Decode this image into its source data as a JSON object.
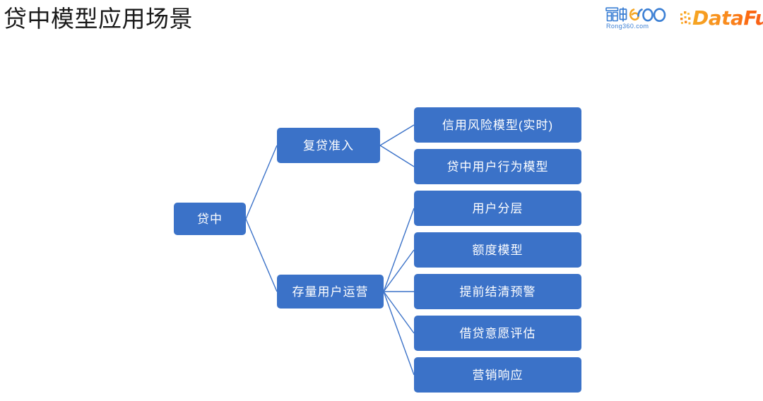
{
  "slide": {
    "title": "贷中模型应用场景",
    "accent_color": "#3b72c8",
    "connector_color": "#3b72c8",
    "background_color": "#ffffff",
    "title_color": "#1a1a1a"
  },
  "logos": {
    "rong360": {
      "name": "融360",
      "subtitle": "Rong360.com",
      "color": "#3b7fd4"
    },
    "datafun": {
      "name": "DataFun",
      "color": "#f98b1d"
    }
  },
  "diagram": {
    "type": "tree",
    "root": {
      "label": "贷中"
    },
    "branches": [
      {
        "label": "复贷准入",
        "children": [
          {
            "label": "信用风险模型(实时)"
          },
          {
            "label": "贷中用户行为模型"
          }
        ]
      },
      {
        "label": "存量用户运营",
        "children": [
          {
            "label": "用户分层"
          },
          {
            "label": "额度模型"
          },
          {
            "label": "提前结清预警"
          },
          {
            "label": "借贷意愿评估"
          },
          {
            "label": "营销响应"
          }
        ]
      }
    ]
  }
}
